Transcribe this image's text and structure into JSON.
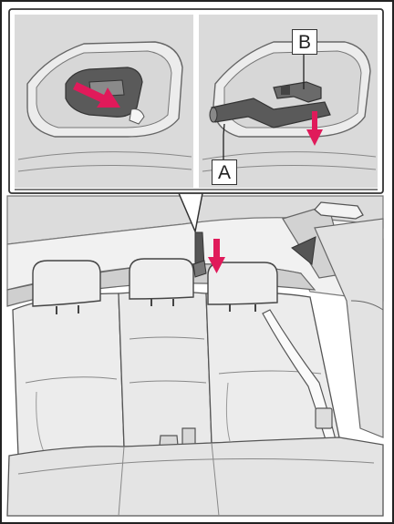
{
  "labels": {
    "a": "A",
    "b": "B"
  },
  "colors": {
    "arrow": "#e01a5a",
    "line_art": "#555555",
    "interior_fill": "#e7e7e7",
    "shadow_fill": "#c9c9c9",
    "callout_bg": "#dcdcdc"
  },
  "icons": {
    "seat": "rear-bench-seat",
    "anchor": "child-seat-top-tether-anchor",
    "direction": "pull-down-arrow"
  }
}
